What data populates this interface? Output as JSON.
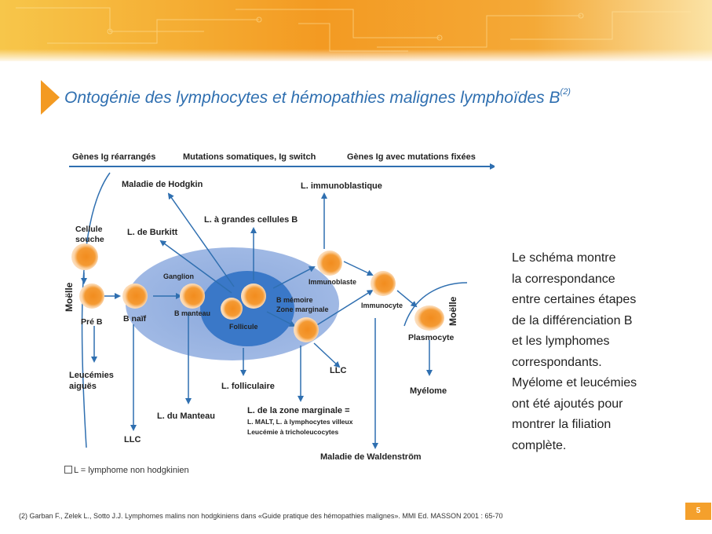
{
  "title": {
    "text": "Ontogénie des lymphocytes et hémopathies malignes lymphoïdes B",
    "ref": "(2)"
  },
  "diagram": {
    "top_arrow": {
      "label_1": "Gènes Ig réarrangés",
      "label_2": "Mutations somatiques, Ig switch",
      "label_3": "Gènes Ig avec mutations fixées"
    },
    "moelle_left": "Moëlle",
    "moelle_right": "Moëlle",
    "cells": {
      "cellule_souche_1": "Cellule",
      "cellule_souche_2": "souche",
      "pre_b": "Pré B",
      "b_naif": "B naïf",
      "ganglion": "Ganglion",
      "b_manteau": "B manteau",
      "follicule": "Follicule",
      "b_memoire_1": "B mémoire",
      "b_memoire_2": "Zone marginale",
      "immunoblaste": "Immunoblaste",
      "immunocyte": "Immunocyte",
      "plasmocyte": "Plasmocyte"
    },
    "diseases": {
      "hodgkin": "Maladie de Hodgkin",
      "immunoblastique": "L. immunoblastique",
      "grandes_cellules": "L. à grandes cellules B",
      "burkitt": "L. de Burkitt",
      "leucemies_1": "Leucémies",
      "leucemies_2": "aiguës",
      "llc_mid": "LLC",
      "llc_bottom": "LLC",
      "folliculaire": "L. folliculaire",
      "manteau": "L. du Manteau",
      "zone_marginale_1": "L. de la zone marginale =",
      "zone_marginale_2": "L. MALT, L. à lymphocytes villeux",
      "zone_marginale_3": "Leucémie à tricholeucocytes",
      "myelome": "Myélome",
      "waldenstrom": "Maladie de Waldenström"
    }
  },
  "side_text": [
    "Le schéma montre",
    "la correspondance",
    "entre certaines étapes",
    "de la différenciation B",
    "et les lymphomes",
    "correspondants.",
    "Myélome et leucémies",
    "ont été ajoutés pour",
    "montrer la filiation",
    "complète."
  ],
  "legend": "L = lymphome non hodgkinien",
  "footnote": "(2) Garban F., Zelek L., Sotto J.J. Lymphomes malins non hodgkiniens dans «Guide pratique des hémopathies malignes». MMI Ed. MASSON 2001 : 65-70",
  "page_number": "5",
  "colors": {
    "title": "#2f6fb0",
    "arrow": "#2f6fb0",
    "ellipse": "#7f9fd6",
    "cell_orange": "#f0912a",
    "page_badge": "#f4a02c"
  }
}
